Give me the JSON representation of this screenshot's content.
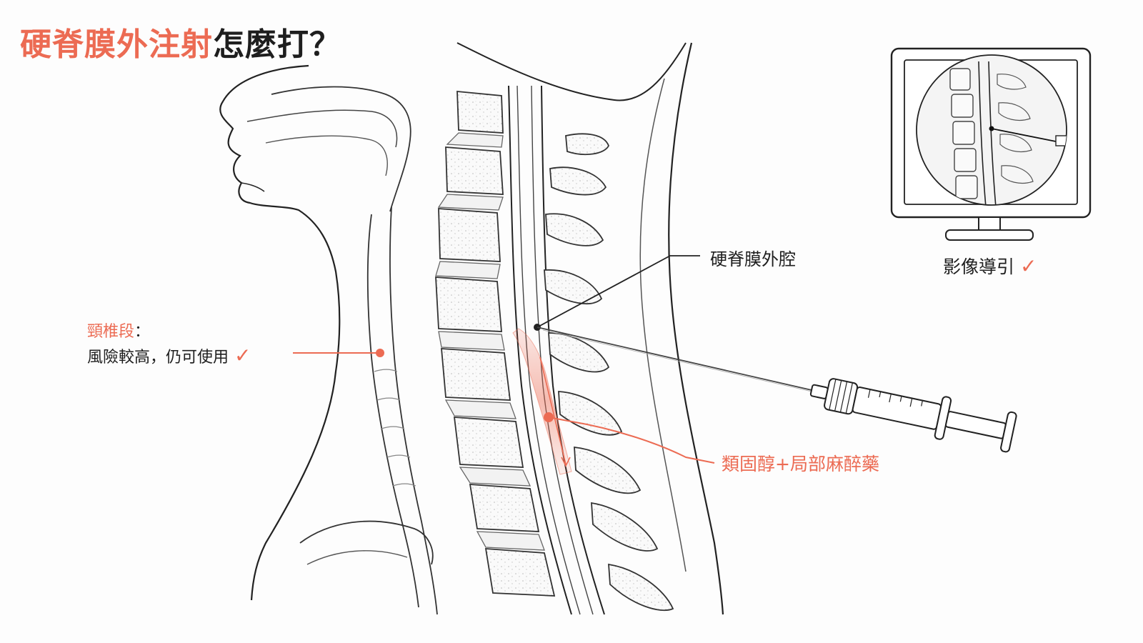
{
  "title": {
    "highlight": "硬脊膜外注射",
    "rest": "怎麼打？"
  },
  "labels": {
    "cervical_heading": "頸椎段",
    "cervical_colon": "：",
    "cervical_note": "風險較高，仍可使用",
    "epidural_space": "硬脊膜外腔",
    "drug": "類固醇+局部麻醉藥",
    "imaging_guidance": "影像導引"
  },
  "icons": {
    "check": "✓"
  },
  "colors": {
    "accent": "#ec6b53",
    "ink": "#1e1e1e",
    "background": "#fdfdfd"
  }
}
